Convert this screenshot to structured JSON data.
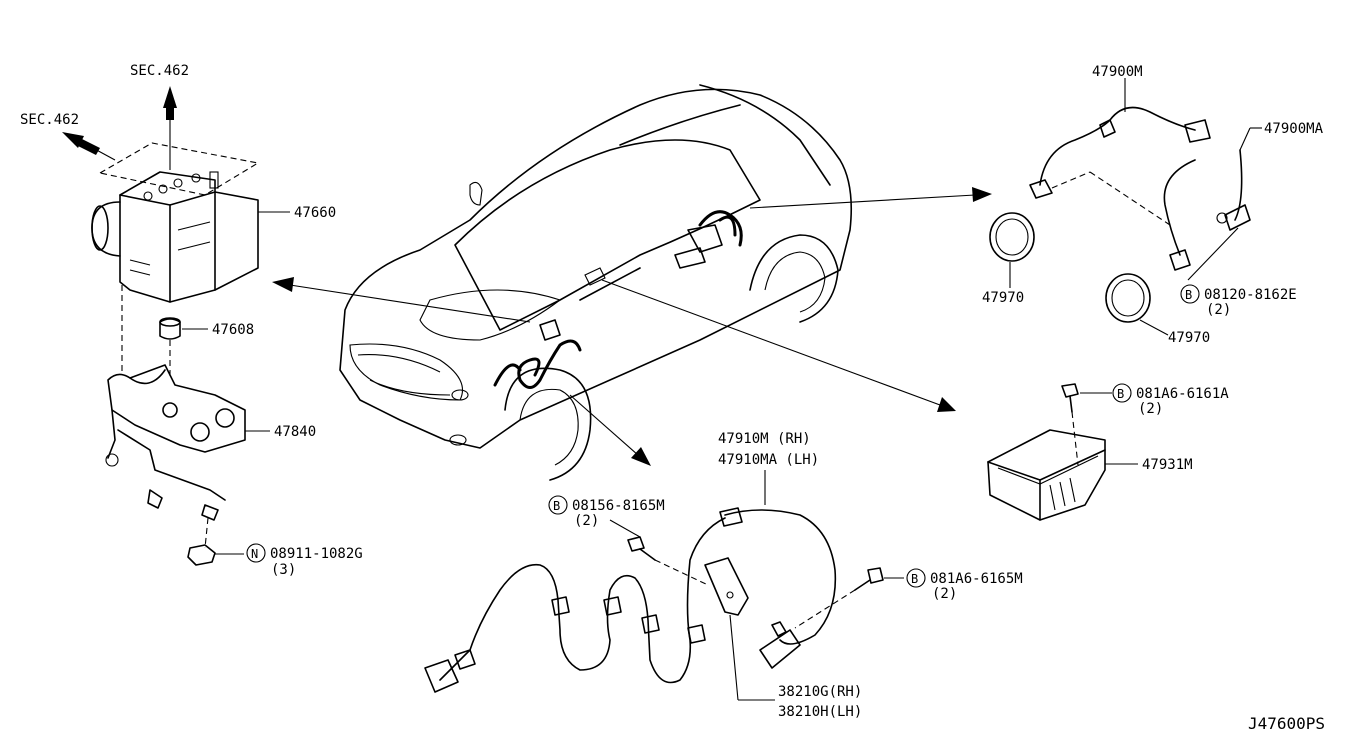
{
  "sec_462_top": "SEC.462",
  "sec_462_left": "SEC.462",
  "parts": {
    "p47660": "47660",
    "p47608": "47608",
    "p47840": "47840",
    "p08911": "08911-1082G",
    "p08911_qty": "(3)",
    "p08911_prefix": "N",
    "p47900M": "47900M",
    "p47900MA": "47900MA",
    "p47970a": "47970",
    "p47970b": "47970",
    "p08120": "08120-8162E",
    "p08120_qty": "(2)",
    "p08120_prefix": "B",
    "p081A6_6161A": "081A6-6161A",
    "p081A6_6161A_qty": "(2)",
    "p081A6_6161A_prefix": "B",
    "p47931M": "47931M",
    "p47910M": "47910M  (RH)",
    "p47910MA": "47910MA (LH)",
    "p08156": "08156-8165M",
    "p08156_qty": "(2)",
    "p08156_prefix": "B",
    "p081A6_6165M": "081A6-6165M",
    "p081A6_6165M_qty": "(2)",
    "p081A6_6165M_prefix": "B",
    "p38210G": "38210G(RH)",
    "p38210H": "38210H(LH)"
  },
  "diagram_code": "J47600PS"
}
